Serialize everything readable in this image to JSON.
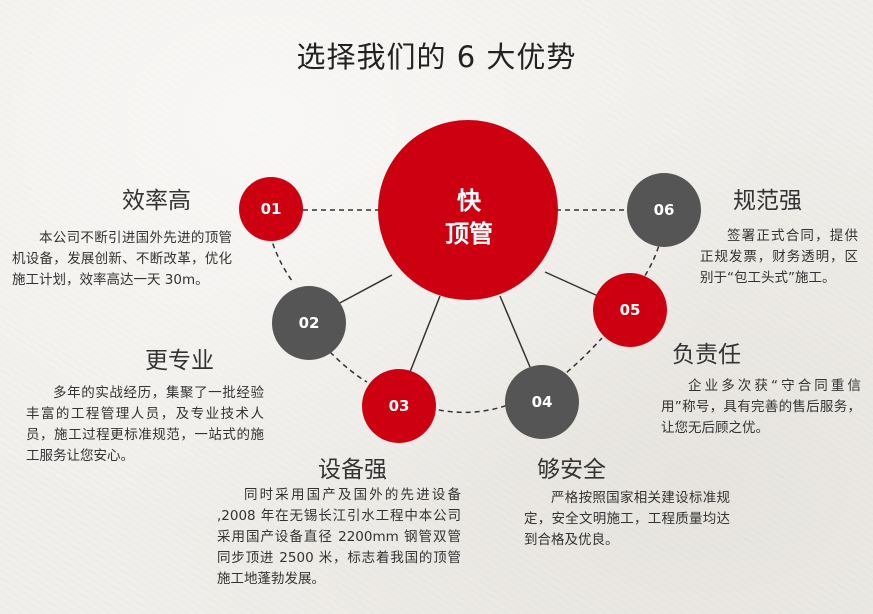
{
  "title": "选择我们的 6 大优势",
  "center": {
    "line1": "快",
    "line2": "顶管",
    "color": "#cc0011"
  },
  "colors": {
    "red": "#cc0011",
    "gray": "#555555"
  },
  "nodes": [
    {
      "num": "01",
      "color": "red"
    },
    {
      "num": "02",
      "color": "gray"
    },
    {
      "num": "03",
      "color": "red"
    },
    {
      "num": "04",
      "color": "gray"
    },
    {
      "num": "05",
      "color": "red"
    },
    {
      "num": "06",
      "color": "gray"
    }
  ],
  "advantages": [
    {
      "heading": "效率高",
      "text": "本公司不断引进国外先进的顶管机设备，发展创新、不断改革，优化施工计划，效率高达一天 30m。"
    },
    {
      "heading": "更专业",
      "text": "多年的实战经历，集聚了一批经验丰富的工程管理人员，及专业技术人员，施工过程更标准规范，一站式的施工服务让您安心。"
    },
    {
      "heading": "设备强",
      "text": "同时采用国产及国外的先进设备 ,2008 年在无锡长江引水工程中本公司采用国产设备直径 2200mm 钢管双管同步顶进 2500 米，标志着我国的顶管施工地蓬勃发展。"
    },
    {
      "heading": "够安全",
      "text": "严格按照国家相关建设标准规定，安全文明施工，工程质量均达到合格及优良。"
    },
    {
      "heading": "负责任",
      "text": "企业多次获“守合同重信用”称号，具有完善的售后服务，让您无后顾之优。"
    },
    {
      "heading": "规范强",
      "text": "签署正式合同，提供正规发票，财务透明，区别于“包工头式”施工。"
    }
  ]
}
